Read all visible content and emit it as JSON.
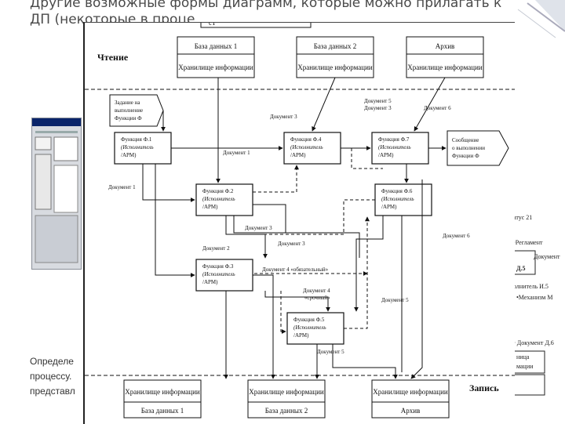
{
  "slide": {
    "title_line1": "Другие возможные формы диаграмм, которые можно прилагать к",
    "title_line2": "ДП (некоторые в проце",
    "title_frag_box": "с1",
    "caption_lines": [
      "Определе",
      "процессу.",
      "представл"
    ]
  },
  "diagram": {
    "band_read": "Чтение",
    "band_write": "Запись",
    "databases_top": [
      {
        "db": "База данных 1",
        "store": "Хранилище информации"
      },
      {
        "db": "База данных 2",
        "store": "Хранилище информации"
      },
      {
        "db": "Архив",
        "store": "Хранилище информации"
      }
    ],
    "databases_bottom": [
      {
        "db": "База данных 1",
        "store": "Хранилище информации"
      },
      {
        "db": "База данных 2",
        "store": "Хранилище информации"
      },
      {
        "db": "Архив",
        "store": "Хранилище информации"
      }
    ],
    "task_note": [
      "Задание на",
      "выполнение",
      "Функции Ф"
    ],
    "result_note": [
      "Сообщение",
      "о выполнении",
      "Функции Ф"
    ],
    "functions": {
      "f1": [
        "Функция Ф.1",
        "(Исполнитель",
        "/АРМ)"
      ],
      "f2": [
        "Функция Ф.2",
        "(Исполнитель",
        "/АРМ)"
      ],
      "f3": [
        "Функция Ф.3",
        "(Исполнитель",
        "/АРМ)"
      ],
      "f4": [
        "Функция Ф.4",
        "(Исполнитель",
        "/АРМ)"
      ],
      "f5": [
        "Функция Ф.5",
        "(Исполнитель",
        "/АРМ)"
      ],
      "f6": [
        "Функция Ф.6",
        "(Исполнитель",
        "/АРМ)"
      ],
      "f7": [
        "Функция Ф.7",
        "(Исполнитель",
        "/АРМ)"
      ]
    },
    "labels": {
      "doc1_a": "Документ 1",
      "doc1_b": "Документ 1",
      "doc2": "Документ 2",
      "doc3_a": "Документ 3",
      "doc3_b": "Документ 3",
      "doc3_c": "Документ 3",
      "doc4_mand": "Документ 4 «обязательный»",
      "doc4_opt_a": "Документ 4",
      "doc4_opt_b": "«срочный»",
      "doc5_a": "Документ 5",
      "doc5_b": "Документ 5",
      "doc5_c": "Документ 5",
      "doc6_a": "Документ 6",
      "doc6_b": "Документ 6"
    }
  },
  "right_fragments": [
    "атус 21",
    "•Регламент",
    "Документ",
    "Д.5",
    "олнитель И.5",
    "•Механизм М",
    "• Документ Д.6",
    "ница",
    "мации"
  ]
}
